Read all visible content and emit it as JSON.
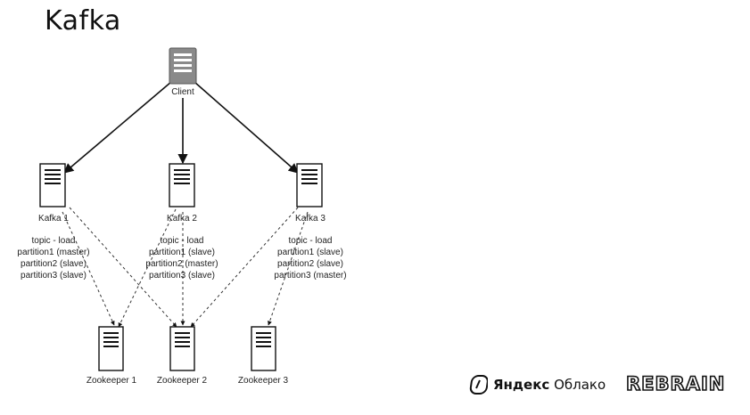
{
  "title": "Kafka",
  "nodes": {
    "client": "Client",
    "kafka1": "Kafka 1",
    "kafka2": "Kafka 2",
    "kafka3": "Kafka 3",
    "zk1": "Zookeeper 1",
    "zk2": "Zookeeper 2",
    "zk3": "Zookeeper 3"
  },
  "partitions": {
    "kafka1": [
      "topic - load",
      "partition1 (master)",
      "partition2 (slave)",
      "partition3 (slave)"
    ],
    "kafka2": [
      "topic - load",
      "partition1 (slave)",
      "partition2 (master)",
      "partition3 (slave)"
    ],
    "kafka3": [
      "topic - load",
      "partition1 (slave)",
      "partition2 (slave)",
      "partition3 (master)"
    ]
  },
  "logos": {
    "yandex_bold": "Яндекс",
    "yandex_light": "Облако",
    "rebrain": "REBRAIN"
  },
  "colors": {
    "client_fill": "#8a8a8a",
    "line": "#111111"
  }
}
